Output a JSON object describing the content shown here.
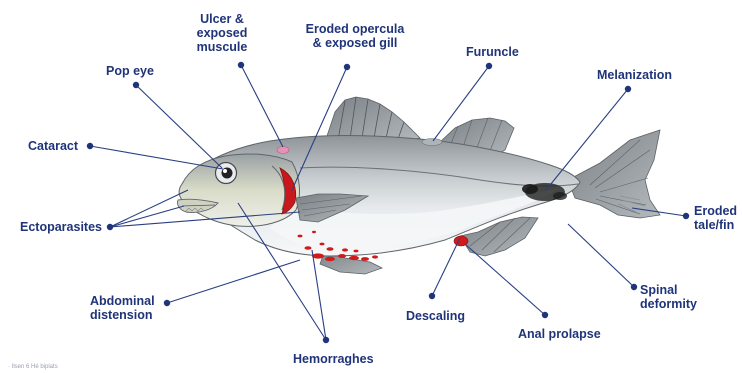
{
  "colors": {
    "label": "#1f3479",
    "leader": "#2a3f82",
    "body": "#d7dcdf",
    "back": "#a6acb0",
    "belly": "#f1f4f5",
    "fin": "#8d9398",
    "lesion_red": "#d11a1a",
    "ulcer_pink": "#e891b8",
    "melanization": "#2a2a2a"
  },
  "labels": {
    "ulcer": "Ulcer &\nexposed\nmuscule",
    "opercula": "Eroded opercula\n& exposed gill",
    "furuncle": "Furuncle",
    "melanization": "Melanization",
    "pop_eye": "Pop eye",
    "cataract": "Cataract",
    "ectoparasites": "Ectoparasites",
    "eroded_tail": "Eroded\ntale/fin",
    "abdominal": "Abdominal\ndistension",
    "spinal": "Spinal\ndeformity",
    "descaling": "Descaling",
    "anal_prolapse": "Anal prolapse",
    "hemorraghes": "Hemorraghes"
  },
  "icons": {
    "fish": "fish-illustration",
    "leader": "leader-dot"
  },
  "footnote": "· Ilsen 6 Hé biplats"
}
